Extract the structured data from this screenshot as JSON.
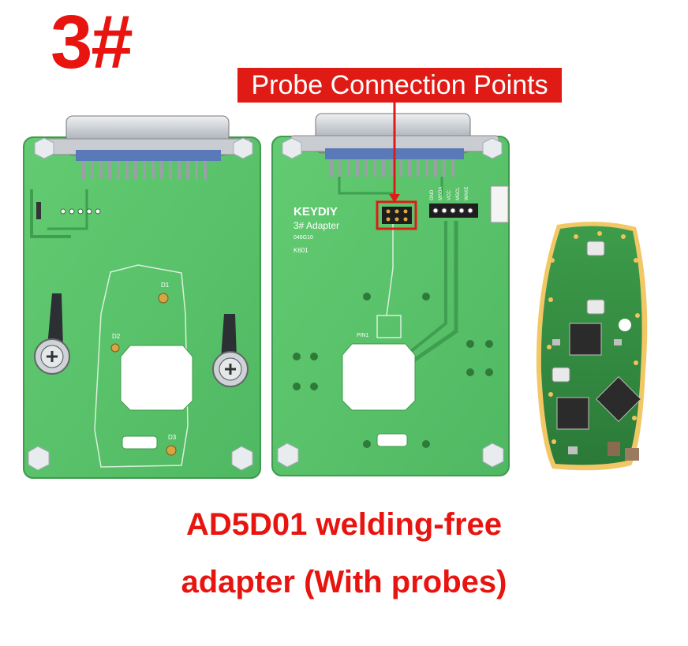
{
  "label": "3#",
  "callout": "Probe Connection Points",
  "board": {
    "brand": "KEYDIY",
    "model": "3#  Adapter",
    "code1": "046G10",
    "code2": "K601",
    "pin": "PIN1",
    "pin_labels": [
      "GND",
      "MSDA",
      "VCC",
      "MSCL",
      "WAKE"
    ],
    "probe_labels": [
      "D1",
      "D2",
      "D3"
    ]
  },
  "caption": {
    "line1": "AD5D01 welding-free",
    "line2": "adapter (With probes)"
  },
  "colors": {
    "accent_red": "#e8140f",
    "pcb_green": "#5cc56a",
    "pcb_dark": "#2f8a41"
  }
}
